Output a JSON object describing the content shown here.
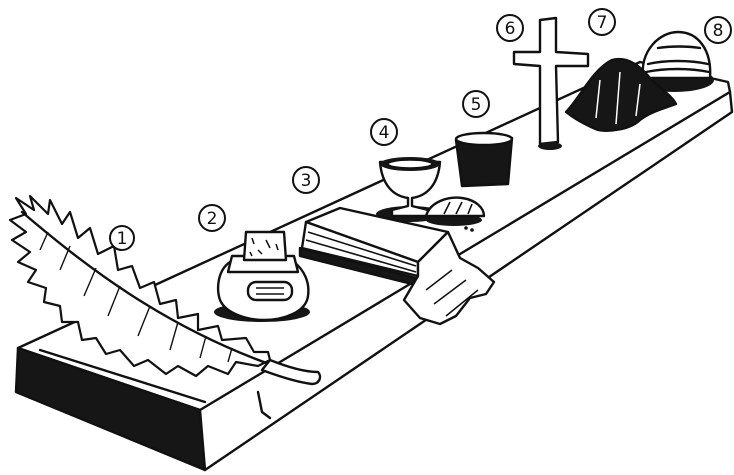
{
  "markers": [
    "1",
    "2",
    "3",
    "4",
    "5",
    "6",
    "7",
    "8"
  ],
  "colors": {
    "ink": "#111111",
    "paper": "#ffffff",
    "shadow": "#161616"
  },
  "items": [
    {
      "marker": "1",
      "icon": "palm-branch-icon"
    },
    {
      "marker": "2",
      "icon": "oil-jar-icon"
    },
    {
      "marker": "3",
      "icon": "folded-cloth-icon"
    },
    {
      "marker": "4",
      "icon": "chalice-icon"
    },
    {
      "marker": "5",
      "icon": "cup-icon"
    },
    {
      "marker": "6",
      "icon": "cross-icon"
    },
    {
      "marker": "7",
      "icon": "black-cloth-icon"
    },
    {
      "marker": "8",
      "icon": "stone-icon"
    }
  ]
}
